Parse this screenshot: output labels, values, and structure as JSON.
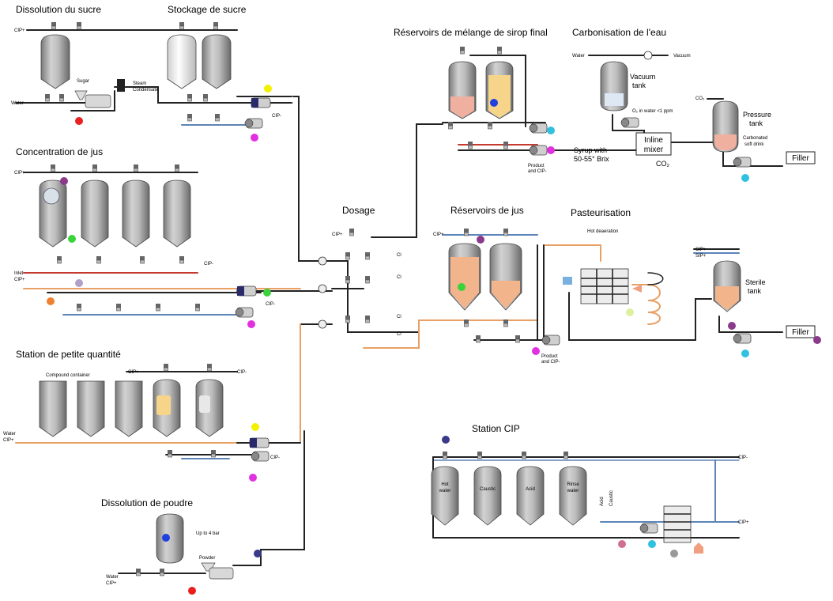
{
  "sections": {
    "sugar_dissolution": "Dissolution du sucre",
    "sugar_storage": "Stockage de sucre",
    "syrup_mixing": "Réservoirs de mélange de sirop final",
    "water_carbonation": "Carbonisation de l'eau",
    "juice_concentration": "Concentration de jus",
    "dosing": "Dosage",
    "juice_tanks": "Réservoirs de jus",
    "pasteurisation": "Pasteurisation",
    "small_quantity": "Station de petite quantité",
    "powder_dissolution": "Dissolution de poudre",
    "cip_station": "Station CIP"
  },
  "labels": {
    "cip_plus": "CIP+",
    "cip_minus": "CIP-",
    "water": "Water",
    "sugar": "Sugar",
    "steam": "Steam",
    "condensate": "Condensate",
    "inlet": "Inlet",
    "vacuum": "Vacuum",
    "vacuum_tank_1": "Vacuum",
    "vacuum_tank_2": "tank",
    "o2_water": "O₂ in water <1 ppm",
    "inline_mixer_1": "Inline",
    "inline_mixer_2": "mixer",
    "co2": "CO₂",
    "syrup_1": "Syrup with",
    "syrup_2": "50-55° Brix",
    "product_cip_1": "Product",
    "product_cip_2": "and CIP-",
    "pressure_tank_1": "Pressure",
    "pressure_tank_2": "tank",
    "carbonated_1": "Carbonated",
    "carbonated_2": "soft drink",
    "filler": "Filler",
    "hot_deaeration": "Hot deaeration",
    "sterile_tank_1": "Sterile",
    "sterile_tank_2": "tank",
    "sip_plus": "SIP+",
    "compound_container": "Compound container",
    "up_to_4_bar": "Up to 4 bar",
    "powder": "Powder",
    "hot_water_1": "Hot",
    "hot_water_2": "water",
    "caustic": "Caustic",
    "acid": "Acid",
    "rinse_water_1": "Rinse",
    "rinse_water_2": "water",
    "cl": "Cl"
  },
  "colors": {
    "pipe_dark": "#222222",
    "pipe_blue": "#5c84b8",
    "pipe_orange": "#e8a064",
    "pipe_red": "#c43a30",
    "tank_fill": "#a8a8a8",
    "juice": "#f2b48a",
    "syrup_pink": "#f0b0a0",
    "syrup_yellow": "#f6d48a",
    "yellow": "#f2f200",
    "green": "#3ad43a",
    "magenta": "#e030e0",
    "purple": "#8a3a8a",
    "cyan": "#30c0e0",
    "red": "#e82020",
    "navy": "#3a3a8a",
    "orange": "#f08030",
    "lavender": "#b0a0c8",
    "rose": "#d07090",
    "grey_dot": "#999999",
    "blue": "#2040e0"
  }
}
